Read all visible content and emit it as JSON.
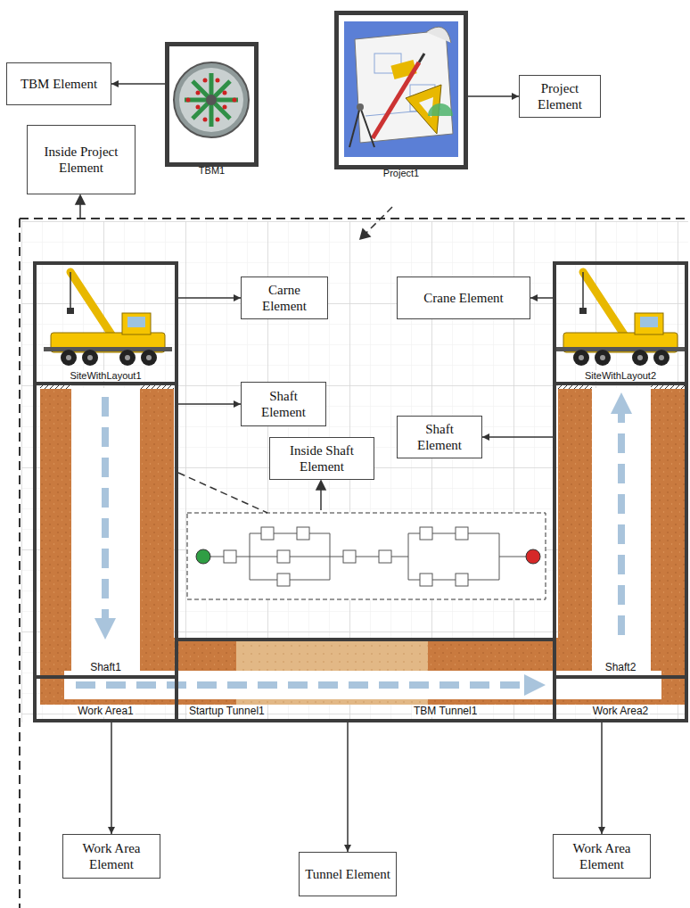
{
  "diagram": {
    "nodes": [
      {
        "text": [
          "TBM Element"
        ]
      },
      {
        "text": [
          "TBM1"
        ]
      },
      {
        "text": [
          "Project1"
        ]
      },
      {
        "text": [
          "Project Element"
        ]
      },
      {
        "text": [
          "Inside Project Element"
        ]
      },
      {
        "text": [
          "SiteWithLayout1"
        ]
      },
      {
        "text": [
          "Carne Element"
        ]
      },
      {
        "text": [
          "Crane Element"
        ]
      },
      {
        "text": [
          "SiteWithLayout2"
        ]
      },
      {
        "text": [
          "Shaft Element"
        ]
      },
      {
        "text": [
          "Shaft Element"
        ]
      },
      {
        "text": [
          "Inside Shaft Element"
        ]
      },
      {
        "text": [
          "Shaft1"
        ]
      },
      {
        "text": [
          "Shaft2"
        ]
      },
      {
        "text": [
          "Work Area1"
        ]
      },
      {
        "text": [
          "Startup Tunnel1",
          "TBM Tunnel1"
        ]
      },
      {
        "text": [
          "Work Area2"
        ]
      },
      {
        "text": [
          "Work Area Element"
        ]
      },
      {
        "text": [
          "Tunnel Element"
        ]
      },
      {
        "text": [
          "Work Area Element"
        ]
      }
    ],
    "edges": [
      {
        "from": 1,
        "to": 0,
        "arrow": "to"
      },
      {
        "from": 2,
        "to": 3,
        "arrow": "to"
      },
      {
        "from": 5,
        "to": 6,
        "arrow": "to"
      },
      {
        "from": 8,
        "to": 7,
        "arrow": "to"
      },
      {
        "from": 12,
        "to": 9,
        "arrow": "to"
      },
      {
        "from": 13,
        "to": 10,
        "arrow": "to"
      },
      {
        "from": 14,
        "to": 17,
        "arrow": "to"
      },
      {
        "from": 15,
        "to": 18,
        "arrow": "to"
      },
      {
        "from": 16,
        "to": 19,
        "arrow": "to"
      }
    ]
  }
}
